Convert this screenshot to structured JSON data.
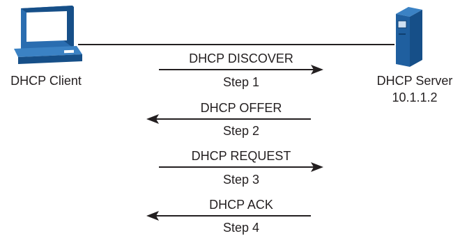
{
  "client": {
    "label": "DHCP Client",
    "icon": "computer-icon"
  },
  "server": {
    "label": "DHCP Server",
    "ip": "10.1.1.2",
    "icon": "server-icon"
  },
  "messages": [
    {
      "name": "DHCP DISCOVER",
      "step": "Step 1",
      "direction": "client-to-server"
    },
    {
      "name": "DHCP OFFER",
      "step": "Step 2",
      "direction": "server-to-client"
    },
    {
      "name": "DHCP REQUEST",
      "step": "Step 3",
      "direction": "client-to-server"
    },
    {
      "name": "DHCP ACK",
      "step": "Step 4",
      "direction": "server-to-client"
    }
  ],
  "colors": {
    "icon_blue": "#1f5f9f",
    "icon_dark": "#0f3f70",
    "line": "#231f20"
  }
}
